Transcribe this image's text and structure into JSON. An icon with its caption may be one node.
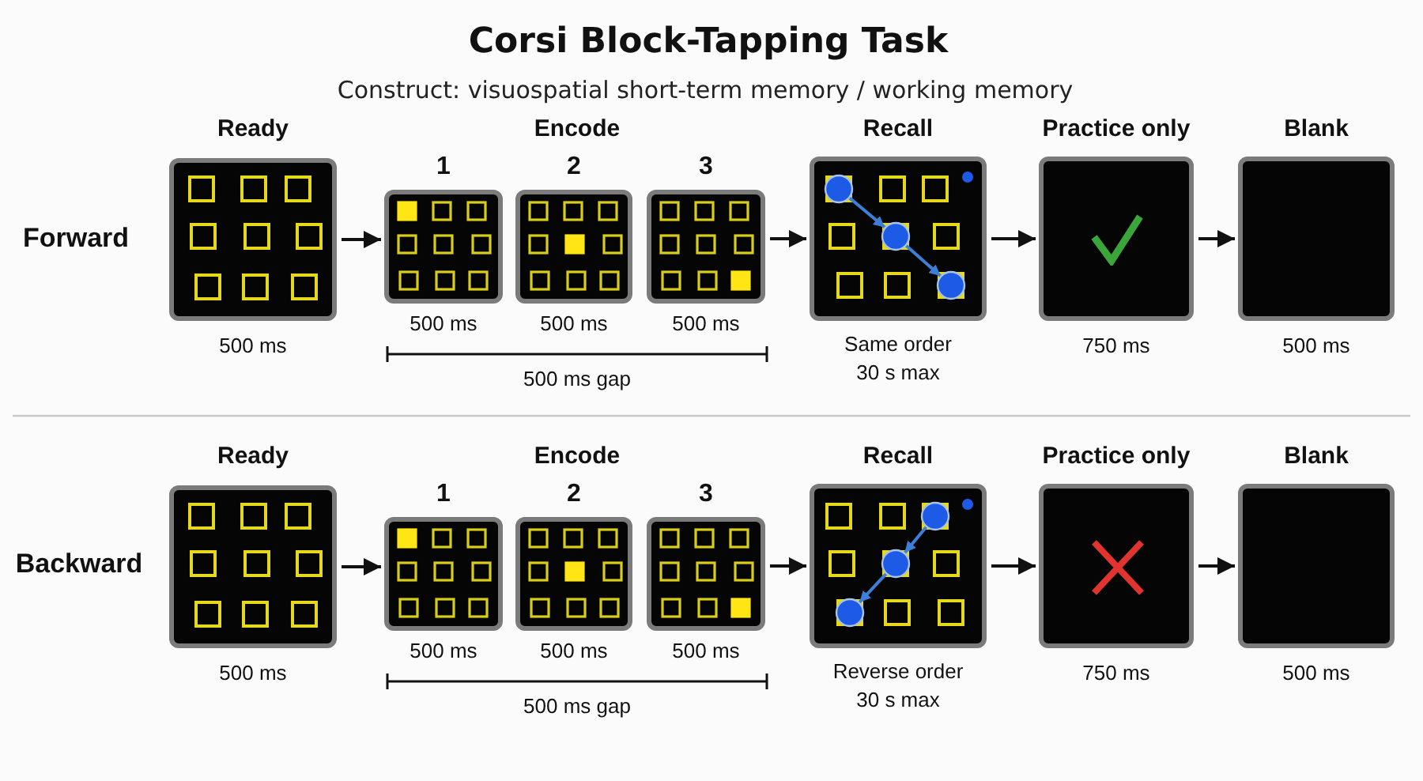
{
  "diagram": {
    "title": "Corsi Block-Tapping Task",
    "nodes": [
      {
        "text": [
          "Ready"
        ],
        "beside": [
          "500 ms"
        ]
      },
      {
        "text": [
          "1"
        ],
        "beside": [
          "500 ms"
        ]
      },
      {
        "text": [
          "2"
        ],
        "beside": [
          "500 ms"
        ]
      },
      {
        "text": [
          "3"
        ],
        "beside": [
          "500 ms"
        ]
      },
      {
        "text": [
          "Recall"
        ],
        "beside": [
          "Same order",
          "30 s max"
        ]
      },
      {
        "text": [
          "Practice only"
        ],
        "beside": [
          "750 ms"
        ]
      },
      {
        "text": [
          "Blank"
        ],
        "beside": [
          "500 ms"
        ]
      },
      {
        "text": [
          "Ready"
        ],
        "beside": [
          "500 ms"
        ]
      },
      {
        "text": [
          "1"
        ],
        "beside": [
          "500 ms"
        ]
      },
      {
        "text": [
          "2"
        ],
        "beside": [
          "500 ms"
        ]
      },
      {
        "text": [
          "3"
        ],
        "beside": [
          "500 ms"
        ]
      },
      {
        "text": [
          "Recall"
        ],
        "beside": [
          "Reverse order",
          "30 s max"
        ]
      },
      {
        "text": [
          "Practice only"
        ],
        "beside": [
          "750 ms"
        ]
      },
      {
        "text": [
          "Blank"
        ],
        "beside": [
          "500 ms"
        ]
      }
    ],
    "edges": [
      {
        "from": 0,
        "to": 1,
        "arrow": "to"
      },
      {
        "from": 3,
        "to": 4,
        "arrow": "to"
      },
      {
        "from": 4,
        "to": 5,
        "arrow": "to"
      },
      {
        "from": 5,
        "to": 6,
        "arrow": "to"
      },
      {
        "from": 7,
        "to": 8,
        "arrow": "to"
      },
      {
        "from": 10,
        "to": 11,
        "arrow": "to"
      },
      {
        "from": 11,
        "to": 12,
        "arrow": "to"
      },
      {
        "from": 12,
        "to": 13,
        "arrow": "to"
      }
    ],
    "labels": [
      "Construct: visuospatial short-term memory / working memory",
      "Encode",
      "Forward",
      "500 ms gap",
      "Encode",
      "Backward",
      "500 ms gap"
    ]
  }
}
